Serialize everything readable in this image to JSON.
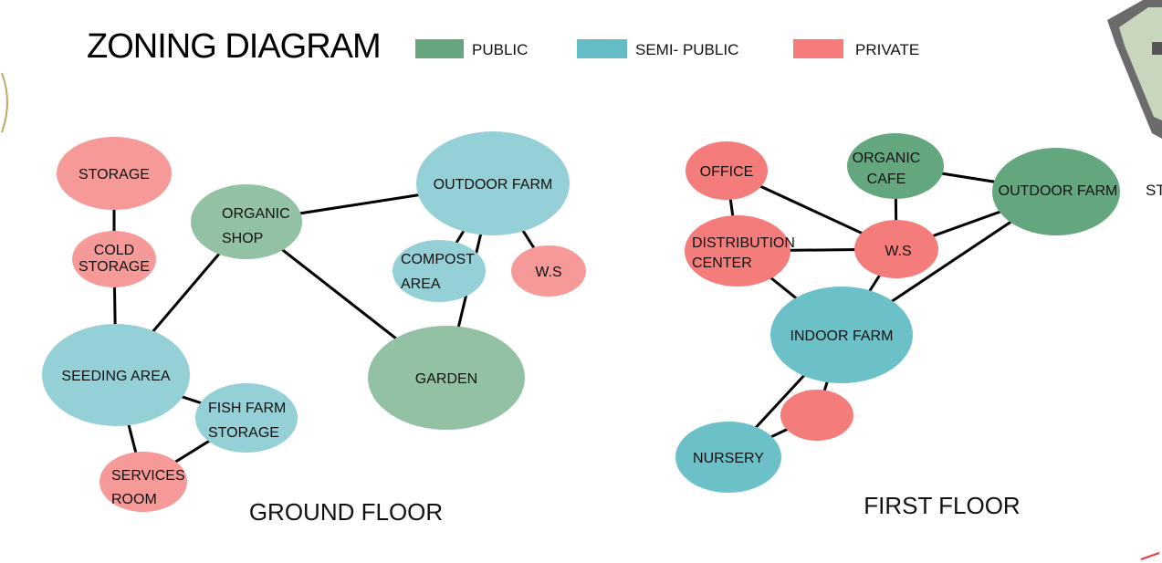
{
  "title": "ZONING DIAGRAM",
  "legend": [
    {
      "key": "public",
      "label": "PUBLIC",
      "color": "#66a57e"
    },
    {
      "key": "semi",
      "label": "SEMI- PUBLIC",
      "color": "#66bcc6"
    },
    {
      "key": "private",
      "label": "PRIVATE",
      "color": "#f77b7b"
    }
  ],
  "zone_colors": {
    "public_light": "#93c1a4",
    "semi_light": "#94d0d6",
    "private_light": "#f59a98",
    "public_dark": "#64a77e",
    "semi_dark": "#6cc0c8",
    "private_dark": "#f47d7b"
  },
  "ground_floor": {
    "title": "GROUND FLOOR",
    "nodes": [
      {
        "id": "storage",
        "lines": [
          "STORAGE"
        ],
        "zone": "private_light"
      },
      {
        "id": "cold-storage",
        "lines": [
          "COLD",
          "STORAGE"
        ],
        "zone": "private_light"
      },
      {
        "id": "seeding-area",
        "lines": [
          "SEEDING AREA"
        ],
        "zone": "semi_light"
      },
      {
        "id": "fish-farm-storage",
        "lines": [
          "FISH FARM",
          "STORAGE"
        ],
        "zone": "semi_light"
      },
      {
        "id": "services-room",
        "lines": [
          "SERVICES",
          "ROOM"
        ],
        "zone": "private_light"
      },
      {
        "id": "organic-shop",
        "lines": [
          "ORGANIC",
          "SHOP"
        ],
        "zone": "public_light"
      },
      {
        "id": "outdoor-farm",
        "lines": [
          "OUTDOOR FARM"
        ],
        "zone": "semi_light"
      },
      {
        "id": "compost-area",
        "lines": [
          "COMPOST",
          "AREA"
        ],
        "zone": "semi_light"
      },
      {
        "id": "ws",
        "lines": [
          "W.S"
        ],
        "zone": "private_light"
      },
      {
        "id": "garden",
        "lines": [
          "GARDEN"
        ],
        "zone": "public_light"
      }
    ],
    "edges": [
      [
        "storage",
        "cold-storage"
      ],
      [
        "cold-storage",
        "seeding-area"
      ],
      [
        "seeding-area",
        "organic-shop"
      ],
      [
        "seeding-area",
        "fish-farm-storage"
      ],
      [
        "seeding-area",
        "services-room"
      ],
      [
        "fish-farm-storage",
        "services-room"
      ],
      [
        "organic-shop",
        "outdoor-farm"
      ],
      [
        "organic-shop",
        "garden"
      ],
      [
        "outdoor-farm",
        "compost-area"
      ],
      [
        "outdoor-farm",
        "ws"
      ],
      [
        "outdoor-farm",
        "garden"
      ]
    ]
  },
  "first_floor": {
    "title": "FIRST FLOOR",
    "nodes": [
      {
        "id": "office",
        "lines": [
          "OFFICE"
        ],
        "zone": "private_dark"
      },
      {
        "id": "organic-cafe",
        "lines": [
          "ORGANIC",
          "CAFE"
        ],
        "zone": "public_dark"
      },
      {
        "id": "outdoor-farm-1f",
        "lines": [
          "OUTDOOR FARM"
        ],
        "zone": "public_dark"
      },
      {
        "id": "distribution-center",
        "lines": [
          "DISTRIBUTION",
          "CENTER"
        ],
        "zone": "private_dark"
      },
      {
        "id": "ws-1f",
        "lines": [
          "W.S"
        ],
        "zone": "private_dark"
      },
      {
        "id": "indoor-farm",
        "lines": [
          "INDOOR FARM"
        ],
        "zone": "semi_dark"
      },
      {
        "id": "unlabeled-private",
        "lines": [],
        "zone": "private_dark"
      },
      {
        "id": "nursery",
        "lines": [
          "NURSERY"
        ],
        "zone": "semi_dark"
      }
    ],
    "edges": [
      [
        "office",
        "distribution-center"
      ],
      [
        "office",
        "ws-1f"
      ],
      [
        "organic-cafe",
        "ws-1f"
      ],
      [
        "organic-cafe",
        "outdoor-farm-1f"
      ],
      [
        "outdoor-farm-1f",
        "ws-1f"
      ],
      [
        "outdoor-farm-1f",
        "indoor-farm"
      ],
      [
        "distribution-center",
        "ws-1f"
      ],
      [
        "distribution-center",
        "indoor-farm"
      ],
      [
        "ws-1f",
        "indoor-farm"
      ],
      [
        "indoor-farm",
        "unlabeled-private"
      ],
      [
        "indoor-farm",
        "nursery"
      ],
      [
        "unlabeled-private",
        "nursery"
      ]
    ]
  },
  "cropped_edge_text": "ST"
}
